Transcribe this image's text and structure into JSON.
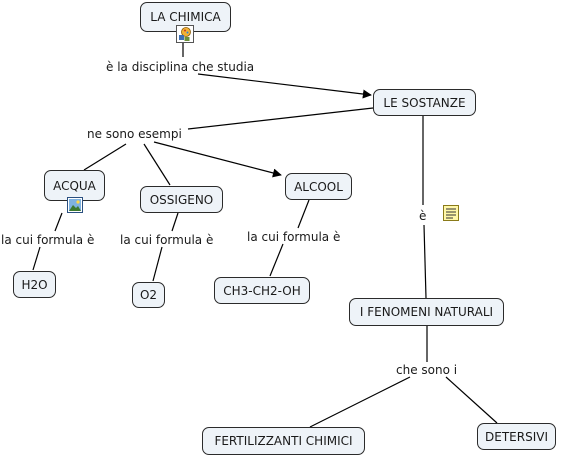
{
  "concepts": {
    "chimica": "LA CHIMICA",
    "sostanze": "LE SOSTANZE",
    "acqua": "ACQUA",
    "ossigeno": "OSSIGENO",
    "alcool": "ALCOOL",
    "h2o": "H2O",
    "o2": "O2",
    "ch3": "CH3-CH2-OH",
    "fenomeni": "I FENOMENI NATURALI",
    "fertilizzanti": "FERTILIZZANTI CHIMICI",
    "detersivi": "DETERSIVI"
  },
  "links": {
    "studia": "è la disciplina che studia",
    "esempi": "ne sono esempi",
    "formula_acqua": "la cui formula è",
    "formula_ossigeno": "la cui formula è",
    "formula_alcool": "la cui formula è",
    "e": "è",
    "sono_i": "che sono i"
  },
  "icons": {
    "chimica": "resource-group-icon",
    "acqua": "image-icon",
    "e_note": "note-icon"
  },
  "colors": {
    "node_fill": "#eef3f8",
    "node_border": "#2b2b2b",
    "line": "#000000"
  }
}
